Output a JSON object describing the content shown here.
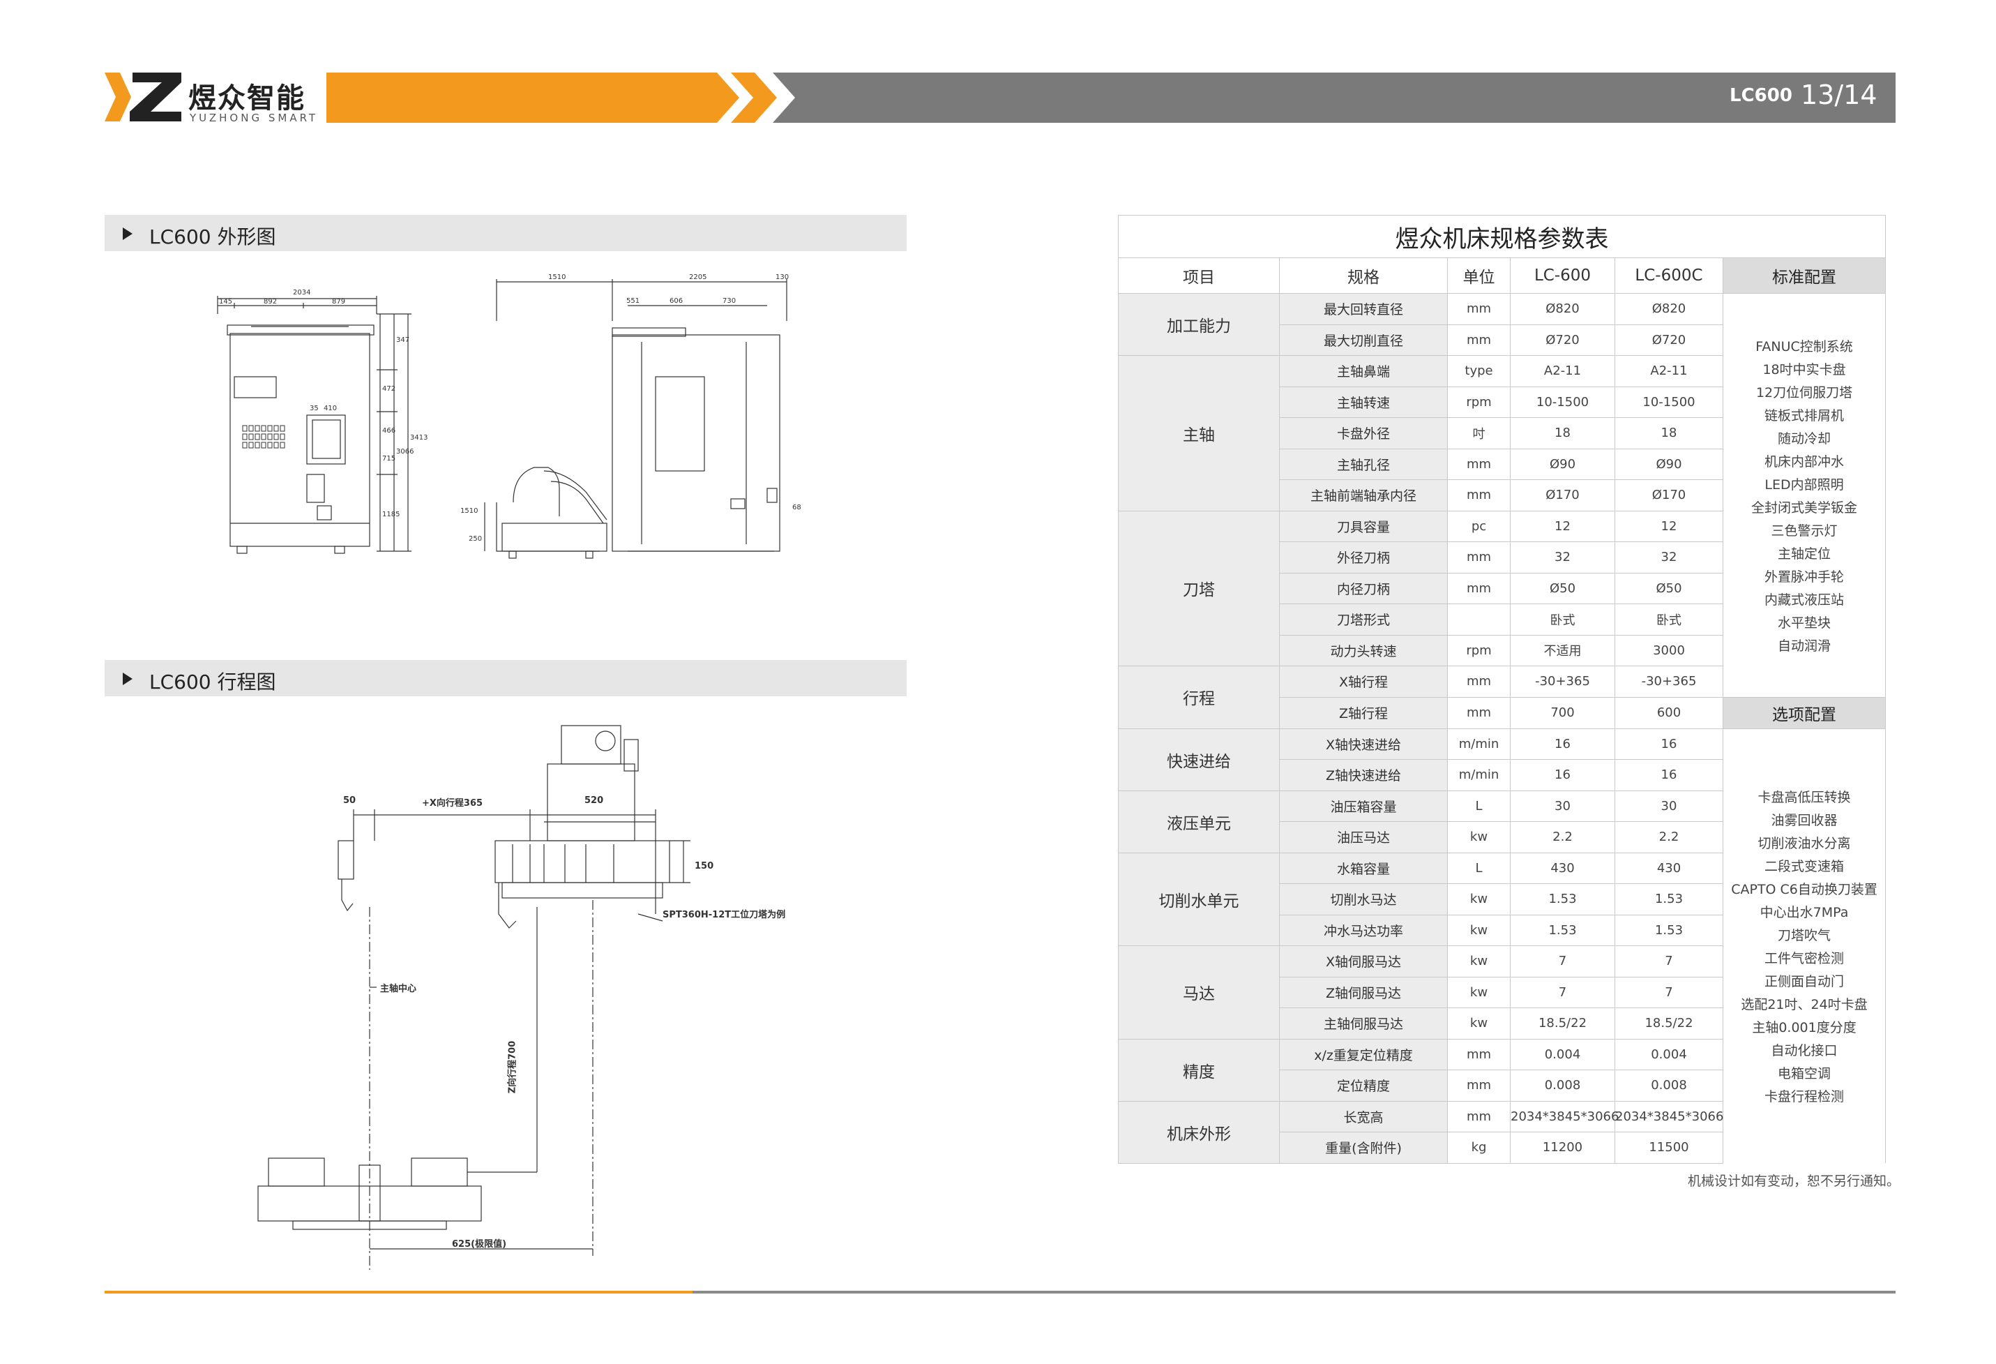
{
  "header": {
    "brand_name": "煜众智能",
    "brand_sub": "YUZHONG SMART",
    "model": "LC600",
    "page": "13/14",
    "colors": {
      "orange": "#f39a1e",
      "gray": "#7a7a7a",
      "dark": "#222222"
    }
  },
  "sections": {
    "outline": "LC600  外形图",
    "travel": "LC600  行程图"
  },
  "outline_drawing": {
    "front": {
      "top_total": "2034",
      "top_parts": [
        "145",
        "892",
        "879"
      ],
      "dims": [
        "35",
        "410"
      ],
      "right_dims": [
        "347",
        "472",
        "466",
        "715",
        "3066",
        "3413",
        "1185"
      ]
    },
    "side": {
      "top": [
        "1510",
        "2205",
        "130"
      ],
      "mid": [
        "551",
        "606",
        "730"
      ],
      "left_dims": [
        "1510",
        "250"
      ],
      "right_dim": "68"
    }
  },
  "travel_drawing": {
    "x_offset": "50",
    "x_travel": "+X向行程365",
    "turret_width": "520",
    "turret_height": "150",
    "turret_label": "SPT360H-12T工位刀塔为例",
    "spindle_center": "主轴中心",
    "z_travel": "Z向行程700",
    "bottom_dim": "625(极限值)"
  },
  "table": {
    "title": "煜众机床规格参数表",
    "headers": [
      "项目",
      "规格",
      "单位",
      "LC-600",
      "LC-600C"
    ],
    "std_header": "标准配置",
    "opt_header": "选项配置",
    "groups": [
      {
        "category": "加工能力",
        "rows": [
          {
            "item": "最大回转直径",
            "unit": "mm",
            "v1": "Ø820",
            "v2": "Ø820"
          },
          {
            "item": "最大切削直径",
            "unit": "mm",
            "v1": "Ø720",
            "v2": "Ø720"
          }
        ]
      },
      {
        "category": "主轴",
        "rows": [
          {
            "item": "主轴鼻端",
            "unit": "type",
            "v1": "A2-11",
            "v2": "A2-11"
          },
          {
            "item": "主轴转速",
            "unit": "rpm",
            "v1": "10-1500",
            "v2": "10-1500"
          },
          {
            "item": "卡盘外径",
            "unit": "吋",
            "v1": "18",
            "v2": "18"
          },
          {
            "item": "主轴孔径",
            "unit": "mm",
            "v1": "Ø90",
            "v2": "Ø90"
          },
          {
            "item": "主轴前端轴承内径",
            "unit": "mm",
            "v1": "Ø170",
            "v2": "Ø170"
          }
        ]
      },
      {
        "category": "刀塔",
        "rows": [
          {
            "item": "刀具容量",
            "unit": "pc",
            "v1": "12",
            "v2": "12"
          },
          {
            "item": "外径刀柄",
            "unit": "mm",
            "v1": "32",
            "v2": "32"
          },
          {
            "item": "内径刀柄",
            "unit": "mm",
            "v1": "Ø50",
            "v2": "Ø50"
          },
          {
            "item": "刀塔形式",
            "unit": "",
            "v1": "卧式",
            "v2": "卧式"
          },
          {
            "item": "动力头转速",
            "unit": "rpm",
            "v1": "不适用",
            "v2": "3000"
          }
        ]
      },
      {
        "category": "行程",
        "rows": [
          {
            "item": "X轴行程",
            "unit": "mm",
            "v1": "-30+365",
            "v2": "-30+365"
          },
          {
            "item": "Z轴行程",
            "unit": "mm",
            "v1": "700",
            "v2": "600"
          }
        ]
      },
      {
        "category": "快速进给",
        "rows": [
          {
            "item": "X轴快速进给",
            "unit": "m/min",
            "v1": "16",
            "v2": "16"
          },
          {
            "item": "Z轴快速进给",
            "unit": "m/min",
            "v1": "16",
            "v2": "16"
          }
        ]
      },
      {
        "category": "液压单元",
        "rows": [
          {
            "item": "油压箱容量",
            "unit": "L",
            "v1": "30",
            "v2": "30"
          },
          {
            "item": "油压马达",
            "unit": "kw",
            "v1": "2.2",
            "v2": "2.2"
          }
        ]
      },
      {
        "category": "切削水单元",
        "rows": [
          {
            "item": "水箱容量",
            "unit": "L",
            "v1": "430",
            "v2": "430"
          },
          {
            "item": "切削水马达",
            "unit": "kw",
            "v1": "1.53",
            "v2": "1.53"
          },
          {
            "item": "冲水马达功率",
            "unit": "kw",
            "v1": "1.53",
            "v2": "1.53"
          }
        ]
      },
      {
        "category": "马达",
        "rows": [
          {
            "item": "X轴伺服马达",
            "unit": "kw",
            "v1": "7",
            "v2": "7"
          },
          {
            "item": "Z轴伺服马达",
            "unit": "kw",
            "v1": "7",
            "v2": "7"
          },
          {
            "item": "主轴伺服马达",
            "unit": "kw",
            "v1": "18.5/22",
            "v2": "18.5/22"
          }
        ]
      },
      {
        "category": "精度",
        "rows": [
          {
            "item": "x/z重复定位精度",
            "unit": "mm",
            "v1": "0.004",
            "v2": "0.004"
          },
          {
            "item": "定位精度",
            "unit": "mm",
            "v1": "0.008",
            "v2": "0.008"
          }
        ]
      },
      {
        "category": "机床外形",
        "rows": [
          {
            "item": "长宽高",
            "unit": "mm",
            "v1": "2034*3845*3066",
            "v2": "2034*3845*3066"
          },
          {
            "item": "重量(含附件)",
            "unit": "kg",
            "v1": "11200",
            "v2": "11500"
          }
        ]
      }
    ],
    "standard_config": [
      "FANUC控制系统",
      "18吋中实卡盘",
      "12刀位伺服刀塔",
      "链板式排屑机",
      "随动冷却",
      "机床内部冲水",
      "LED内部照明",
      "全封闭式美学钣金",
      "三色警示灯",
      "主轴定位",
      "外置脉冲手轮",
      "内藏式液压站",
      "水平垫块",
      "自动润滑"
    ],
    "optional_config": [
      "卡盘高低压转换",
      "油雾回收器",
      "切削液油水分离",
      "二段式变速箱",
      "CAPTO C6自动换刀装置",
      "中心出水7MPa",
      "刀塔吹气",
      "工件气密检测",
      "正侧面自动门",
      "选配21吋、24吋卡盘",
      "主轴0.001度分度",
      "自动化接口",
      "电箱空调",
      "卡盘行程检测"
    ],
    "footnote": "机械设计如有变动，恕不另行通知。"
  }
}
